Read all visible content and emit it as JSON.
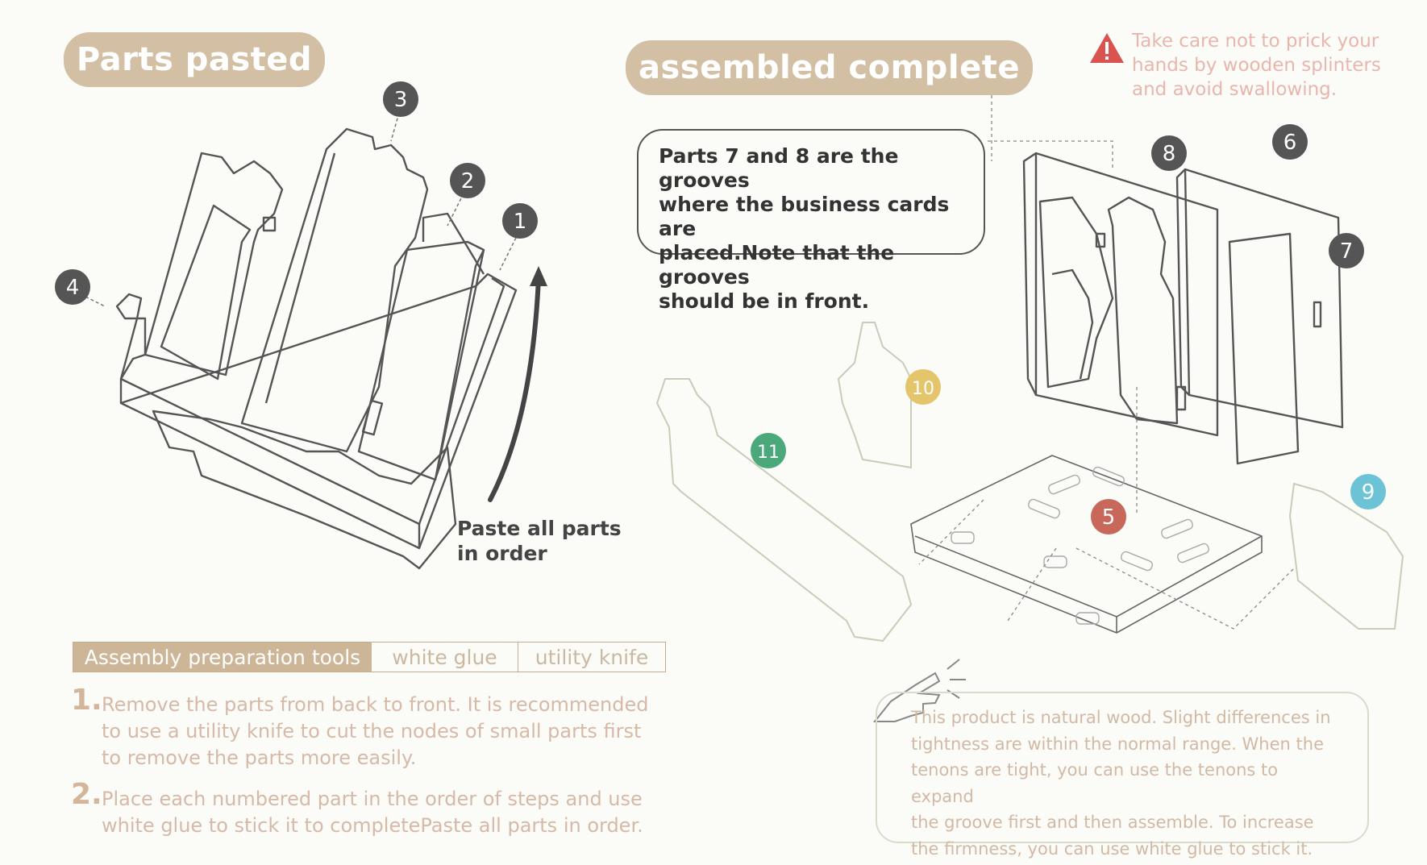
{
  "left_panel": {
    "title": "Parts pasted",
    "paste_label_line1": "Paste all parts",
    "paste_label_line2": "in order",
    "part_labels": [
      "1",
      "2",
      "3",
      "4"
    ]
  },
  "right_panel": {
    "title": "assembled complete",
    "callout_lines": [
      "Parts 7 and 8 are the grooves",
      "where the business cards are",
      "placed.Note that the grooves",
      "should be in front."
    ],
    "part_labels": [
      "5",
      "6",
      "7",
      "8",
      "9",
      "10",
      "11"
    ]
  },
  "warning": {
    "icon": "warning-triangle-icon",
    "lines": [
      "Take care not to prick your",
      "hands by wooden splinters",
      "and avoid swallowing."
    ]
  },
  "tools": {
    "title": "Assembly preparation tools",
    "items": [
      "white glue",
      "utility knife"
    ]
  },
  "steps": [
    {
      "number": "1.",
      "lines": [
        "Remove the parts from back to front. It is recommended",
        "to use a utility knife to cut the nodes of small parts first",
        "to remove the parts more easily."
      ]
    },
    {
      "number": "2.",
      "lines": [
        "Place each numbered part in the order of steps and use",
        "white glue to stick it to completePaste all parts in order."
      ]
    }
  ],
  "note": {
    "icon": "pointing-hand-icon",
    "lines": [
      "This product is natural wood. Slight differences in",
      "tightness are within the normal range. When the",
      "tenons are tight, you can use the tenons to expand",
      "the groove first and then assemble. To increase",
      "the firmness, you can use white glue to stick it."
    ]
  },
  "colors": {
    "pill": "#d3bfa3",
    "badge_dark": "#555555",
    "badge_red": "#c7685b",
    "badge_green": "#4aa87a",
    "badge_yellow": "#e4c56c",
    "badge_blue": "#6cc3d6",
    "warning_red": "#d9534f"
  }
}
